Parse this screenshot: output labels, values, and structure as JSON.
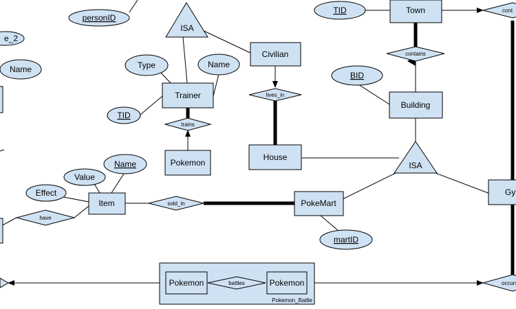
{
  "diagram": {
    "entities": {
      "town": "Town",
      "civilian": "Civilian",
      "trainer": "Trainer",
      "building": "Building",
      "pokemon_trainer": "Pokemon",
      "house": "House",
      "item": "Item",
      "pokemart": "PokeMart",
      "gym_partial": "Gym",
      "pokemon_battle_1": "Pokemon",
      "pokemon_battle_2": "Pokemon"
    },
    "relationships": {
      "contains": "contains",
      "lives_in": "lives_in",
      "trains": "trains",
      "sold_in": "sold_in",
      "have": "have",
      "battles": "battles",
      "occurs_partial": "occurs",
      "top_right_partial": "cont"
    },
    "isa": {
      "top": "ISA",
      "building": "ISA"
    },
    "attributes": {
      "personID": "personID",
      "left_partial": "e_2",
      "name_left": "Name",
      "type": "Type",
      "trainer_name": "Name",
      "tid_trainer": "TID",
      "tid_town": "TID",
      "bid": "BID",
      "value": "Value",
      "item_name": "Name",
      "effect": "Effect",
      "martID": "martID"
    },
    "aggregate_label": "Pokemon_Battle"
  }
}
